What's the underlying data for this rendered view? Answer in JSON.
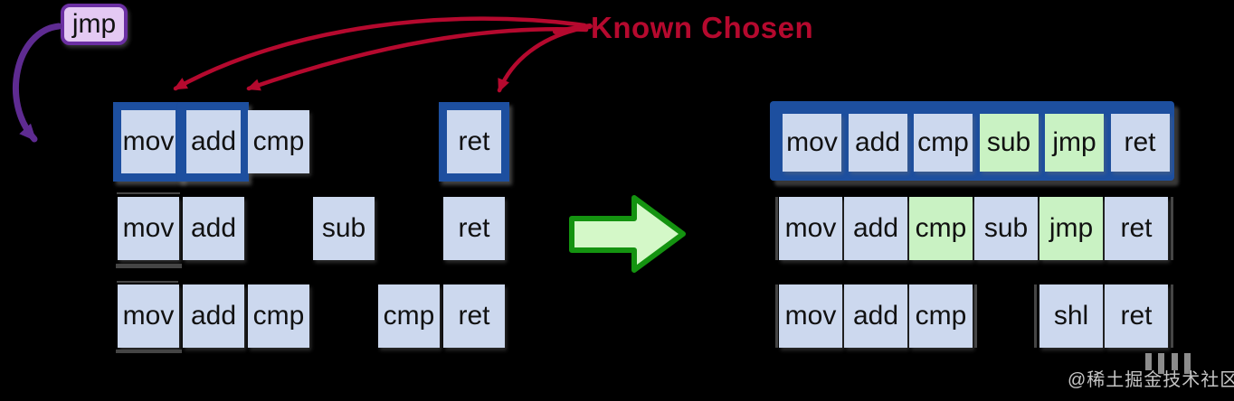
{
  "annotation": {
    "label": "Known Chosen"
  },
  "jmp_badge": {
    "label": "jmp"
  },
  "sequences": {
    "left": [
      {
        "name": "seq-1",
        "boxes": [
          {
            "label": "mov",
            "slot": 0,
            "chosen": true
          },
          {
            "label": "add",
            "slot": 1,
            "chosen": true
          },
          {
            "label": "cmp",
            "slot": 2
          },
          {
            "label": "ret",
            "slot": 5,
            "chosen": true
          }
        ]
      },
      {
        "name": "seq-2",
        "boxes": [
          {
            "label": "mov",
            "slot": 0
          },
          {
            "label": "add",
            "slot": 1
          },
          {
            "label": "sub",
            "slot": 3
          },
          {
            "label": "ret",
            "slot": 5
          }
        ]
      },
      {
        "name": "seq-3",
        "boxes": [
          {
            "label": "mov",
            "slot": 0
          },
          {
            "label": "add",
            "slot": 1
          },
          {
            "label": "cmp",
            "slot": 2
          },
          {
            "label": "cmp",
            "slot": 4
          },
          {
            "label": "ret",
            "slot": 5
          }
        ]
      }
    ],
    "right": [
      {
        "name": "seq-1",
        "container_chosen": true,
        "boxes": [
          {
            "label": "mov",
            "slot": 0
          },
          {
            "label": "add",
            "slot": 1
          },
          {
            "label": "cmp",
            "slot": 2
          },
          {
            "label": "sub",
            "slot": 3,
            "highlight": true
          },
          {
            "label": "jmp",
            "slot": 4,
            "highlight": true
          },
          {
            "label": "ret",
            "slot": 5
          }
        ]
      },
      {
        "name": "seq-2",
        "boxes": [
          {
            "label": "mov",
            "slot": 0
          },
          {
            "label": "add",
            "slot": 1
          },
          {
            "label": "cmp",
            "slot": 2,
            "highlight": true
          },
          {
            "label": "sub",
            "slot": 3
          },
          {
            "label": "jmp",
            "slot": 4,
            "highlight": true
          },
          {
            "label": "ret",
            "slot": 5
          }
        ]
      },
      {
        "name": "seq-3",
        "boxes": [
          {
            "label": "mov",
            "slot": 0
          },
          {
            "label": "add",
            "slot": 1
          },
          {
            "label": "cmp",
            "slot": 2
          },
          {
            "label": "shl",
            "slot": 4
          },
          {
            "label": "ret",
            "slot": 5
          }
        ]
      }
    ]
  },
  "icons": {
    "green_arrow": "right-arrow-icon",
    "purple_arrow": "jump-back-arrow-icon",
    "red_arrows": "annotation-pointer-arrows"
  },
  "colors": {
    "box_fill": "#ccd8ee",
    "highlight_fill": "#c9f2c3",
    "chosen_border": "#1d4f9f",
    "badge_fill": "#e4c9f3",
    "badge_border": "#6b2fa2",
    "annotation_red": "#b5092e",
    "arrow_green_fill": "#d4f8c8",
    "arrow_green_stroke": "#149310",
    "purple_arrow": "#5e2b91"
  },
  "watermark": {
    "text": "@稀土掘金技术社区"
  }
}
